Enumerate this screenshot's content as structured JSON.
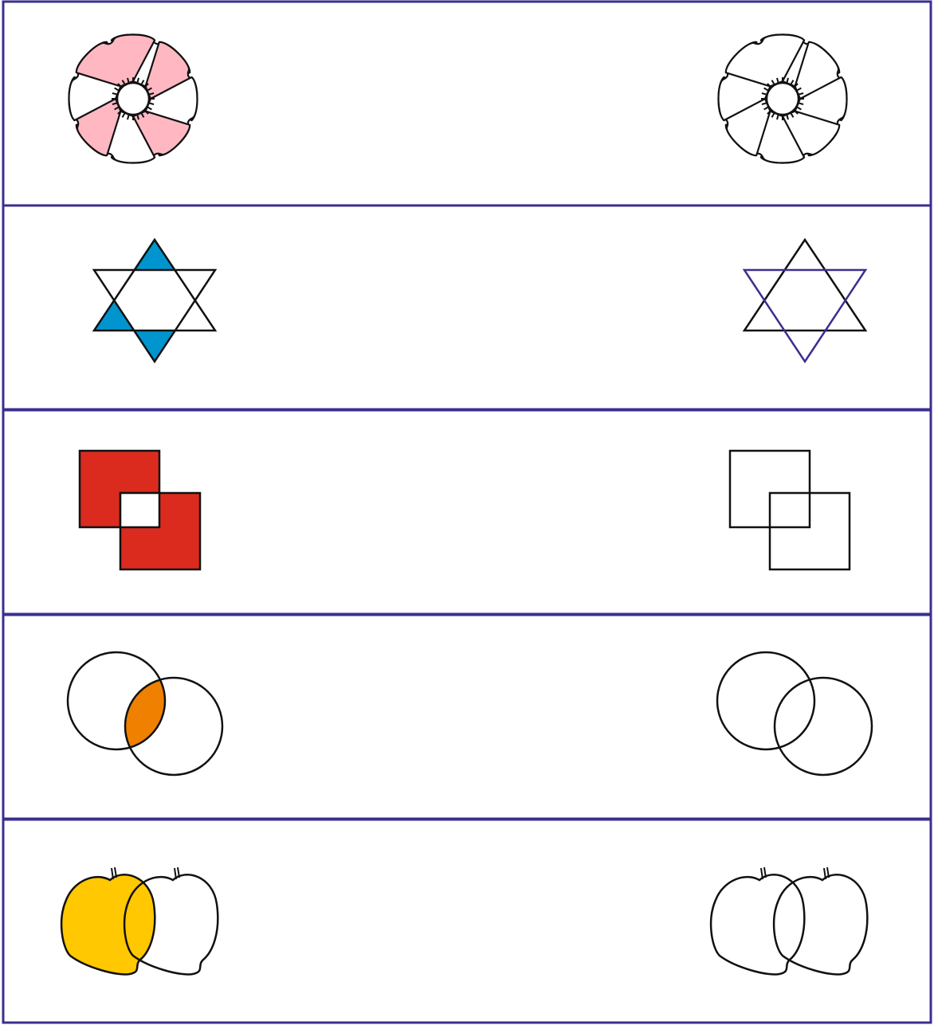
{
  "colors": {
    "border": "#3a2f8f",
    "stroke": "#111111",
    "flower_fill": "#ffb8c2",
    "star_fill": "#0095cf",
    "square_fill": "#db2b1f",
    "circle_fill": "#f08000",
    "apple_fill": "#ffc800",
    "star_secondary_stroke": "#3a2f8f"
  },
  "rows": [
    {
      "shape": "flower",
      "left_icon": "flower-shaded-icon",
      "right_icon": "flower-outline-icon"
    },
    {
      "shape": "star",
      "left_icon": "star-shaded-icon",
      "right_icon": "star-outline-icon"
    },
    {
      "shape": "squares",
      "left_icon": "overlapping-squares-shaded-icon",
      "right_icon": "overlapping-squares-outline-icon"
    },
    {
      "shape": "circles",
      "left_icon": "overlapping-circles-shaded-icon",
      "right_icon": "overlapping-circles-outline-icon"
    },
    {
      "shape": "apples",
      "left_icon": "overlapping-apples-shaded-icon",
      "right_icon": "overlapping-apples-outline-icon"
    }
  ]
}
